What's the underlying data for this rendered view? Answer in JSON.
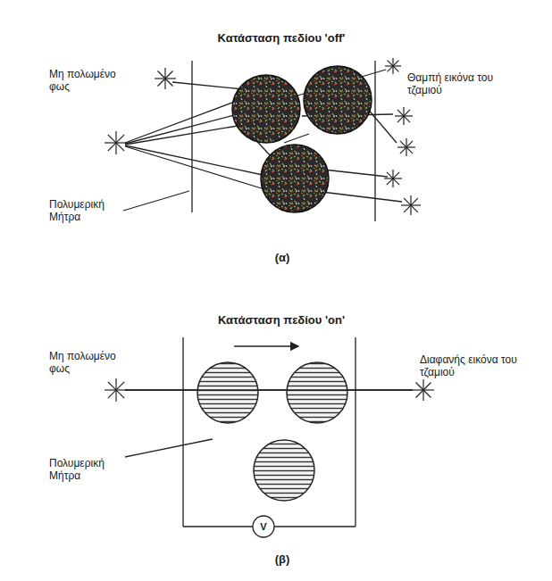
{
  "diagram": {
    "labels": [
      "Κατάσταση πεδίου 'off'",
      "Μη πολωμένο φως",
      "Θαμπή εικόνα του τζαμιού",
      "Πολυμερική Μήτρα",
      "(α)",
      "Κατάσταση πεδίου 'on'",
      "Μη πολωμένο φως",
      "Διαφανής εικόνα του τζαμιού",
      "Πολυμερική Μήτρα",
      "V",
      "(β)"
    ]
  }
}
